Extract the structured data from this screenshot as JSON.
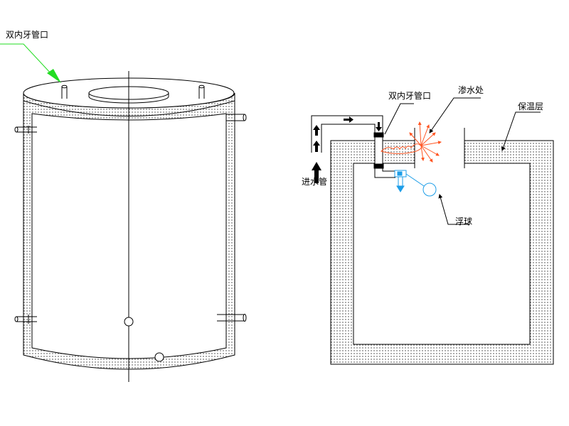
{
  "labels": {
    "left_fitting": "双内牙管口",
    "right_fitting": "双内牙管口",
    "leak_point": "渗水处",
    "insulation": "保温层",
    "inlet_pipe": "进水管",
    "float_ball": "浮球"
  },
  "colors": {
    "leader_green": "#22dd22",
    "leak_red": "#ff5522",
    "float_blue": "#1e9ee8",
    "line": "#000000"
  }
}
